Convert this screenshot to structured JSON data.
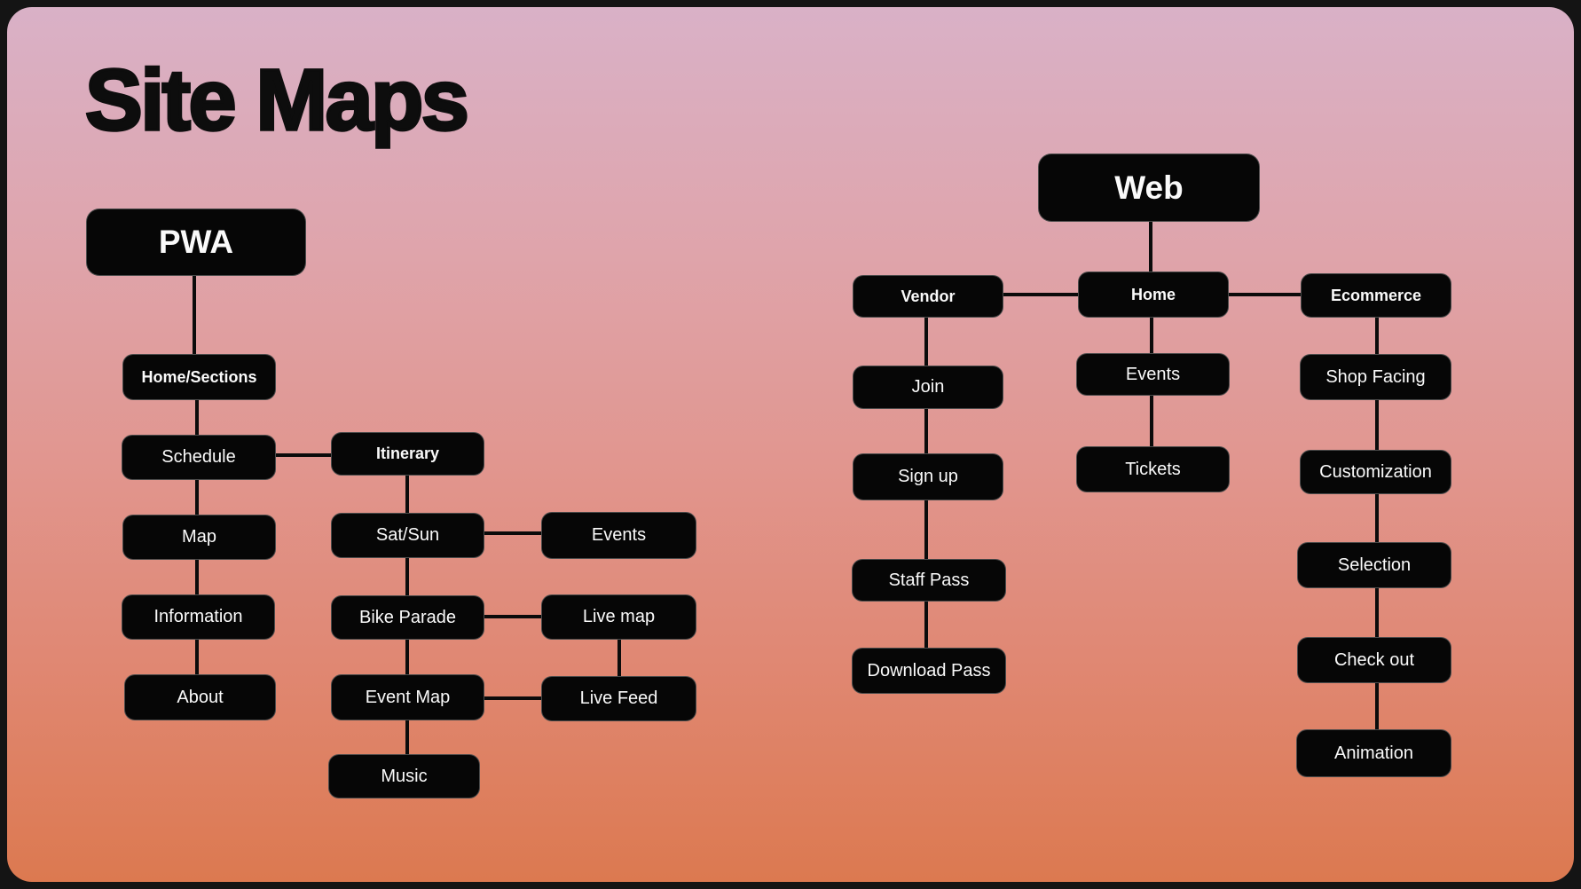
{
  "title": "Site Maps",
  "colors": {
    "frame": "#141414",
    "background_top": "#d9b1c7",
    "background_bottom": "#dc7950",
    "node_background": "#060606",
    "node_text": "#fafafa",
    "connector": "#0b0b0b"
  },
  "pwa_tree": {
    "root": "PWA",
    "nodes": {
      "home_sections": "Home/Sections",
      "schedule": "Schedule",
      "itinerary": "Itinerary",
      "map": "Map",
      "sat_sun": "Sat/Sun",
      "events": "Events",
      "information": "Information",
      "bike_parade": "Bike Parade",
      "live_map": "Live map",
      "about": "About",
      "event_map": "Event Map",
      "live_feed": "Live Feed",
      "music": "Music"
    }
  },
  "web_tree": {
    "root": "Web",
    "nodes": {
      "vendor": "Vendor",
      "home": "Home",
      "ecommerce": "Ecommerce",
      "join": "Join",
      "events": "Events",
      "shop_facing": "Shop Facing",
      "sign_up": "Sign up",
      "tickets": "Tickets",
      "customization": "Customization",
      "staff_pass": "Staff Pass",
      "selection": "Selection",
      "download_pass": "Download Pass",
      "check_out": "Check out",
      "animation": "Animation"
    }
  }
}
